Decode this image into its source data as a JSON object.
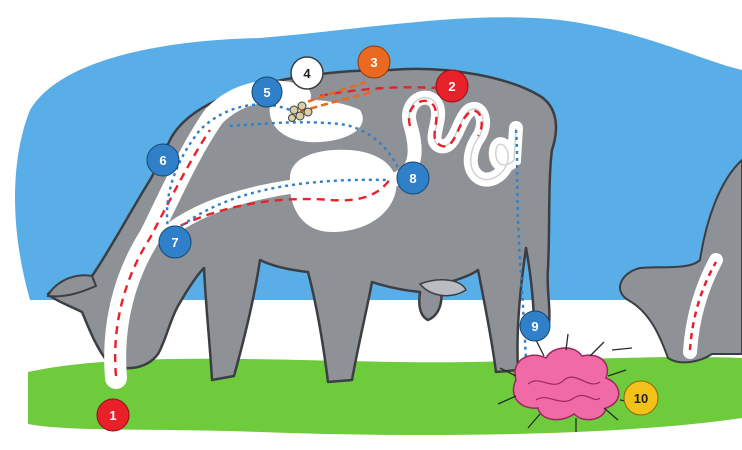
{
  "colors": {
    "sky": "#5aaee8",
    "grass": "#6ecb3c",
    "cow_body": "#8e9196",
    "cow_outline": "#3b3e42",
    "tract": "#ffffff",
    "worm": "#ef6aa6",
    "red": "#e8202a",
    "orange": "#e8691f",
    "blue": "#2f80c8",
    "yellow": "#f3c21a",
    "white_marker": "#ffffff"
  },
  "markers": [
    {
      "id": "1",
      "label": "1",
      "color": "#e8202a"
    },
    {
      "id": "2",
      "label": "2",
      "color": "#e8202a"
    },
    {
      "id": "3",
      "label": "3",
      "color": "#e8691f"
    },
    {
      "id": "4",
      "label": "4",
      "color": "#ffffff"
    },
    {
      "id": "5",
      "label": "5",
      "color": "#2f80c8"
    },
    {
      "id": "6",
      "label": "6",
      "color": "#2f80c8"
    },
    {
      "id": "7",
      "label": "7",
      "color": "#2f80c8"
    },
    {
      "id": "8",
      "label": "8",
      "color": "#2f80c8"
    },
    {
      "id": "9",
      "label": "9",
      "color": "#2f80c8"
    },
    {
      "id": "10",
      "label": "10",
      "color": "#f3c21a"
    }
  ]
}
